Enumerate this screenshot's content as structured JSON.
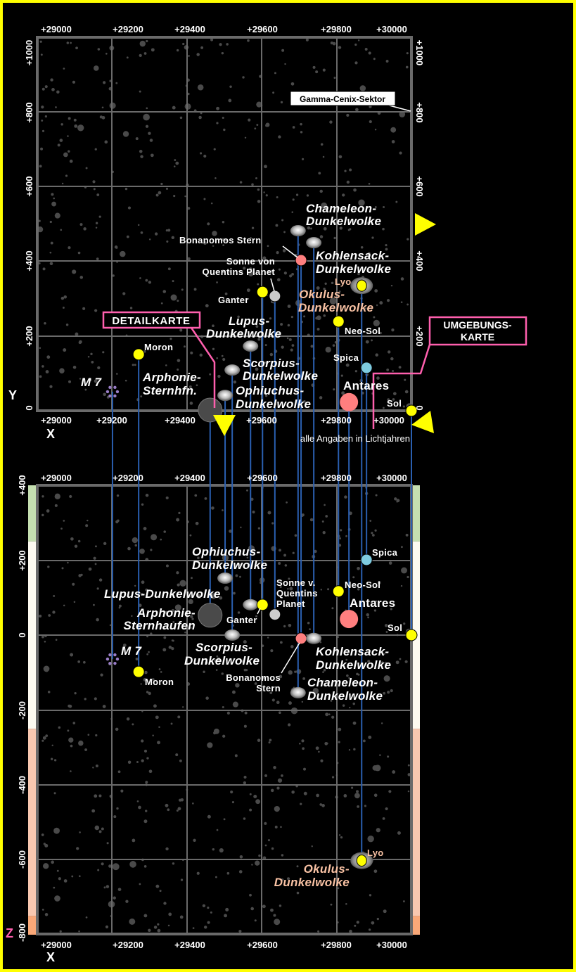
{
  "colors": {
    "frame": "#ffff00",
    "background": "#000000",
    "grid": "#6a6a6a",
    "projection_line": "#2a5fb0",
    "callout": "#ff5fae",
    "cloud_label": "#f9c2a4",
    "star_yellow": "#ffff00",
    "star_red": "#ff7f7f",
    "star_blue": "#7ecbe0",
    "star_grey": "#cccccc"
  },
  "top_map": {
    "x_ticks": [
      "+29000",
      "+29200",
      "+29400",
      "+29600",
      "+29800",
      "+30000"
    ],
    "y_ticks": [
      "+1000",
      "+800",
      "+600",
      "+400",
      "+200",
      "0"
    ],
    "x_axis_label": "X",
    "y_axis_label": "Y",
    "sector_label": "Gamma-Cenix-Sektor",
    "detail_label": "DETAILKARTE",
    "surroundings_label": [
      "UMGEBUNGS-",
      "KARTE"
    ],
    "units_note": "alle Angaben in Lichtjahren",
    "x_range": [
      29000,
      30000
    ],
    "y_range": [
      0,
      1000
    ]
  },
  "bottom_map": {
    "x_ticks": [
      "+29000",
      "+29200",
      "+29400",
      "+29600",
      "+29800",
      "+30000"
    ],
    "z_ticks": [
      "+400",
      "+200",
      "0",
      "-200",
      "-400",
      "-600",
      "-800"
    ],
    "x_axis_label": "X",
    "z_axis_label": "Z",
    "x_range": [
      29000,
      30000
    ],
    "z_range": [
      -800,
      400
    ],
    "z_bands": [
      {
        "from": 250,
        "to": 400,
        "color": "#c5dfb0"
      },
      {
        "from": -250,
        "to": 250,
        "color": "#fdfaf0"
      },
      {
        "from": -750,
        "to": -250,
        "color": "#f8c8b0"
      },
      {
        "from": -800,
        "to": -750,
        "color": "#f9a878"
      }
    ]
  },
  "objects": [
    {
      "name": "Moron",
      "type": "star",
      "color": "#ffff00",
      "x": 29271,
      "y": 151,
      "z": -98,
      "top": [
        "Moron"
      ],
      "bottom": [
        "Moron"
      ]
    },
    {
      "name": "M 7",
      "type": "open-cluster",
      "color": "#9a7ec8",
      "x": 29201,
      "y": 51,
      "z": -64,
      "top": [
        "M 7"
      ],
      "bottom": [
        "M 7"
      ]
    },
    {
      "name": "Arphonie-Sternhaufen",
      "type": "cluster",
      "color": "#4a4a4a",
      "x": 29462,
      "y": 2,
      "z": 53,
      "top": [
        "Arphonie-",
        "Sternhfn."
      ],
      "bottom": [
        "Arphonie-",
        "Sternhaufen"
      ]
    },
    {
      "name": "Ophiuchus-Dunkelwolke",
      "type": "cloud",
      "x": 29502,
      "y": 41,
      "z": 152,
      "top": [
        "Ophiuchus-",
        "Dunkelwolke"
      ],
      "bottom": [
        "Ophiuchus-",
        "Dunkelwolke"
      ]
    },
    {
      "name": "Scorpius-Dunkelwolke",
      "type": "cloud",
      "x": 29521,
      "y": 109,
      "z": 0,
      "top": [
        "Scorpius-",
        "Dunkelwolke"
      ],
      "bottom": [
        "Scorpius-",
        "Dunkelwolke"
      ]
    },
    {
      "name": "Lupus-Dunkelwolke",
      "type": "cloud",
      "x": 29570,
      "y": 173,
      "z": 81,
      "top": [
        "Lupus-",
        "Dunkelwolke"
      ],
      "bottom": [
        "Lupus-Dunkelwolke"
      ]
    },
    {
      "name": "Ganter",
      "type": "star",
      "color": "#ffff00",
      "x": 29602,
      "y": 318,
      "z": 81,
      "top": [
        "Ganter"
      ],
      "bottom": [
        "Ganter"
      ]
    },
    {
      "name": "Sonne von Quentins Planet",
      "type": "star",
      "color": "#cccccc",
      "x": 29635,
      "y": 307,
      "z": 55,
      "top": [
        "Sonne von",
        "Quentins Planet"
      ],
      "bottom": [
        "Sonne v.",
        "Quentins",
        "Planet"
      ]
    },
    {
      "name": "Chameleon-Dunkelwolke",
      "type": "cloud",
      "x": 29697,
      "y": 482,
      "z": -154,
      "top": [
        "Chameleon-",
        "Dunkelwolke"
      ],
      "bottom": [
        "Chameleon-",
        "Dunkelwolke"
      ]
    },
    {
      "name": "Bonanomos Stern",
      "type": "star",
      "color": "#ff7f7f",
      "x": 29705,
      "y": 403,
      "z": -9,
      "top": [
        "Bonanomos Stern"
      ],
      "bottom": [
        "Bonanomos",
        "Stern"
      ]
    },
    {
      "name": "Kohlensack-Dunkelwolke",
      "type": "cloud",
      "x": 29739,
      "y": 450,
      "z": -9,
      "top": [
        "Kohlensack-",
        "Dunkelwolke"
      ],
      "bottom": [
        "Kohlensack-",
        "Dunkelwolke"
      ]
    },
    {
      "name": "Neo-Sol",
      "type": "star",
      "color": "#ffff00",
      "x": 29805,
      "y": 239,
      "z": 117,
      "top": [
        "Neo-Sol"
      ],
      "bottom": [
        "Neo-Sol"
      ]
    },
    {
      "name": "Antares",
      "type": "giant",
      "color": "#ff7f7f",
      "x": 29833,
      "y": 23,
      "z": 43,
      "top": [
        "Antares"
      ],
      "bottom": [
        "Antares"
      ]
    },
    {
      "name": "Lyo",
      "type": "star-in-cloud",
      "color": "#ffff00",
      "x": 29867,
      "y": 335,
      "z": -602,
      "top": [
        "Lyo"
      ],
      "bottom": [
        "Lyo"
      ],
      "cloud": [
        "Okulus-",
        "Dunkelwolke"
      ]
    },
    {
      "name": "Spica",
      "type": "star",
      "color": "#7ecbe0",
      "x": 29880,
      "y": 115,
      "z": 201,
      "top": [
        "Spica"
      ],
      "bottom": [
        "Spica"
      ]
    },
    {
      "name": "Sol",
      "type": "star",
      "color": "#ffff00",
      "x": 30000,
      "y": 0,
      "z": 0,
      "top": [
        "Sol"
      ],
      "bottom": [
        "Sol"
      ]
    }
  ]
}
